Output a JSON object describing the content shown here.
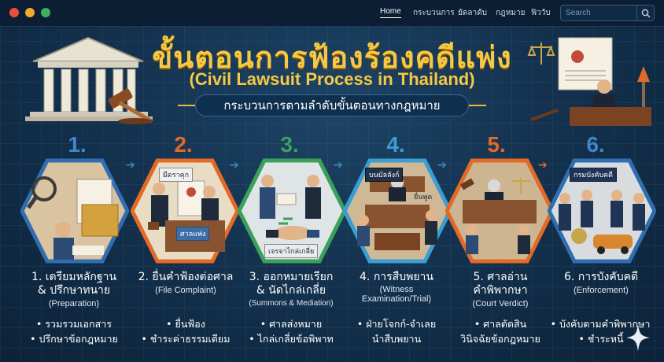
{
  "nav": {
    "items": [
      "Home",
      "กระบวนการ",
      "ยัดลาดับ",
      "กฎหมาย",
      "ฟิววับ"
    ],
    "search_placeholder": "Search"
  },
  "header": {
    "title": "ขั้นตอนการฟ้องร้องคดีแพ่ง",
    "subtitle_en": "(Civil Lawsuit Process in Thailand)",
    "ribbon": "กระบวนการตามลำดับขั้นตอนทางกฎหมาย"
  },
  "colors": {
    "title_gold": "#f7c843",
    "step1": "#2f6fb1",
    "step2": "#e36a26",
    "step3": "#3aa05a",
    "step4": "#3a9ed2",
    "step5": "#e36a26",
    "step6": "#2f6fb1"
  },
  "steps": [
    {
      "number": "1.",
      "title_line1": "1. เตรียมหลักฐาน",
      "title_line2": "& ปรึกษาทนาย",
      "en": "(Preparation)",
      "bullets": [
        "• รวมรวมเอกสาร",
        "• ปรึกษาข้อกฎหมาย"
      ],
      "label": ""
    },
    {
      "number": "2.",
      "title_line1": "2. ยื่นคำฟ้องต่อศาล",
      "title_line2": "",
      "en": "(File Complaint)",
      "bullets": [
        "• ยื่นฟ้อง",
        "• ชำระค่าธรรมเตียม"
      ],
      "label": "มีดราคุก",
      "label2": "ศาลแพ่ง"
    },
    {
      "number": "3.",
      "title_line1": "3. ออกหมายเรียก",
      "title_line2": "& นัดไกล่เกลี่ย",
      "en": "(Summons & Mediation)",
      "bullets": [
        "• ศาลส่งหมาย",
        "• ไกล่เกลี่ยข้อพิพาท"
      ],
      "label": "เจรจาไกล่เกลี่ย"
    },
    {
      "number": "4.",
      "title_line1": "4. การสืบพยาน",
      "title_line2": "",
      "en": "(Witness Examination/Trial)",
      "bullets": [
        "• ฝ่ายโจกก์-จำเลย",
        "นำสืบพยาน"
      ],
      "label": "บนบัลลังก์",
      "label2": "ยื่นพูด"
    },
    {
      "number": "5.",
      "title_line1": "5. ศาลอ่าน",
      "title_line2": "คำพิพากษา",
      "en": "(Court Verdict)",
      "bullets": [
        "• ศาลตัดสิน",
        "วินิจฉัยข้อกฎหมาย"
      ],
      "label": ""
    },
    {
      "number": "6.",
      "title_line1": "6. การบังคับคดี",
      "title_line2": "",
      "en": "(Enforcement)",
      "bullets": [
        "• บังคับตามคำพิพากษา",
        "• ชำระหนี้"
      ],
      "label": "กรมบังคับคดี"
    }
  ]
}
